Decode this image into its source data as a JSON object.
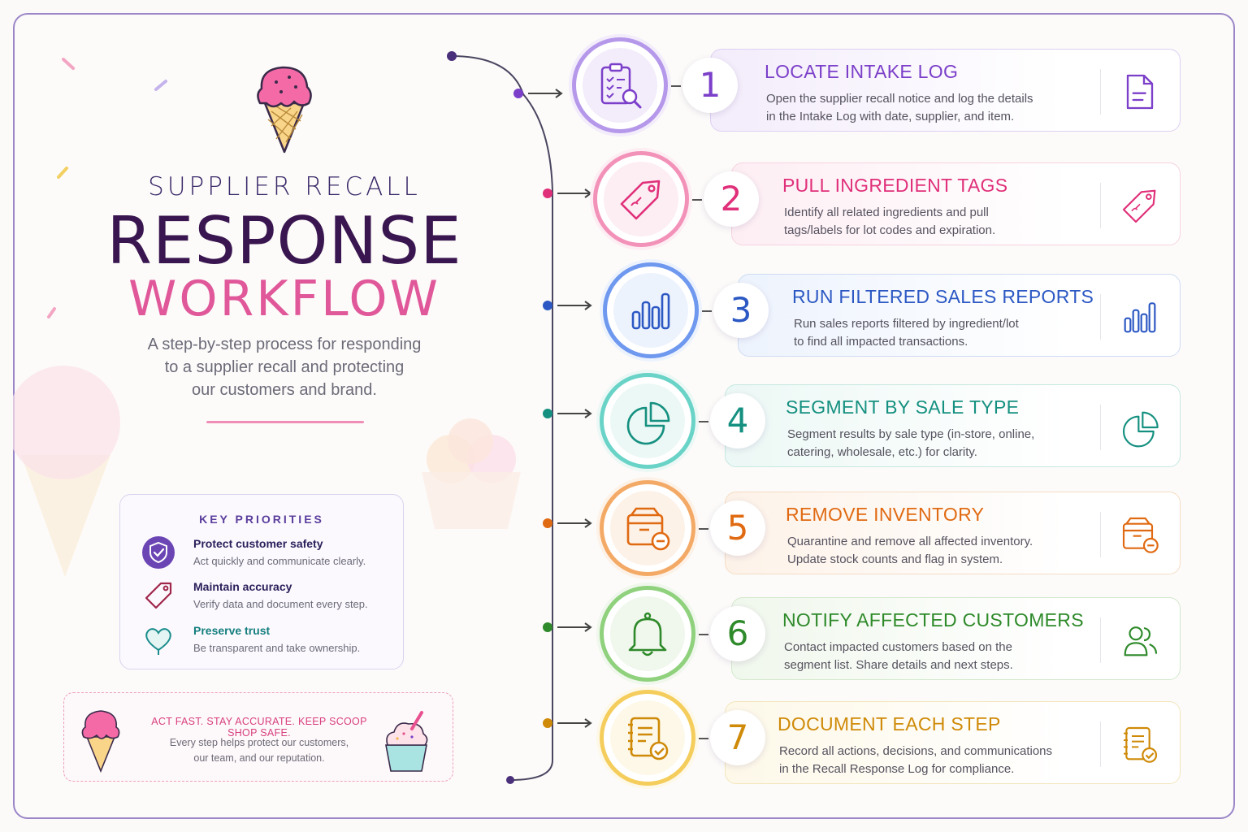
{
  "header": {
    "kicker": "SUPPLIER RECALL",
    "title_line1": "RESPONSE",
    "title_line2": "WORKFLOW",
    "lead_lines": [
      "A step-by-step process for responding",
      "to a supplier recall and protecting",
      "our customers and brand."
    ]
  },
  "priorities": {
    "title": "KEY PRIORITIES",
    "items": [
      {
        "title": "Protect customer safety",
        "desc": "Act quickly and communicate clearly.",
        "icon": "shield-check-icon",
        "color": "#5b3aa0"
      },
      {
        "title": "Maintain accuracy",
        "desc": "Verify data and document every step.",
        "icon": "tag-icon",
        "color": "#8a1e3e"
      },
      {
        "title": "Preserve trust",
        "desc": "Be transparent and take ownership.",
        "icon": "heart-icon",
        "color": "#1a8c8c"
      }
    ]
  },
  "motto": {
    "headline": "ACT FAST. STAY ACCURATE. KEEP SCOOP SHOP SAFE.",
    "lines": [
      "Every step helps protect our customers,",
      "our team, and our reputation."
    ]
  },
  "steps": [
    {
      "number": "1",
      "title": "LOCATE INTAKE LOG",
      "lines": [
        "Open the supplier recall notice and log the details",
        "in the Intake Log with date, supplier, and item."
      ],
      "icon": "clipboard-search-icon",
      "side_icon": "document-icon",
      "color": "#7b3fc9",
      "tint": "#f3ecfb",
      "border": "#ddd0f3",
      "ring": "#b598ea"
    },
    {
      "number": "2",
      "title": "PULL INGREDIENT TAGS",
      "lines": [
        "Identify all related ingredients and pull",
        "tags/labels for lot codes and expiration."
      ],
      "icon": "tag-icon",
      "side_icon": "tag-icon",
      "color": "#e0307a",
      "tint": "#fdeef3",
      "border": "#f6d3e1",
      "ring": "#f392b9"
    },
    {
      "number": "3",
      "title": "RUN FILTERED SALES REPORTS",
      "lines": [
        "Run sales reports filtered by ingredient/lot",
        "to find all impacted transactions."
      ],
      "icon": "bar-chart-icon",
      "side_icon": "bar-chart-icon",
      "color": "#2c58c4",
      "tint": "#edf3fd",
      "border": "#cfdcf4",
      "ring": "#6f98ef"
    },
    {
      "number": "4",
      "title": "SEGMENT BY SALE TYPE",
      "lines": [
        "Segment results by sale type (in-store, online,",
        "catering, wholesale, etc.) for clarity."
      ],
      "icon": "pie-chart-icon",
      "side_icon": "pie-chart-icon",
      "color": "#159080",
      "tint": "#ecf8f5",
      "border": "#c6e8e0",
      "ring": "#6ad3c7"
    },
    {
      "number": "5",
      "title": "REMOVE INVENTORY",
      "lines": [
        "Quarantine and remove all affected inventory.",
        "Update stock counts and flag in system."
      ],
      "icon": "box-remove-icon",
      "side_icon": "box-remove-icon",
      "color": "#e06a12",
      "tint": "#fdf2e8",
      "border": "#f5dcc4",
      "ring": "#f4aa67"
    },
    {
      "number": "6",
      "title": "NOTIFY AFFECTED CUSTOMERS",
      "lines": [
        "Contact impacted customers based on the",
        "segment list. Share details and next steps."
      ],
      "icon": "bell-icon",
      "side_icon": "users-icon",
      "color": "#2e8a2a",
      "tint": "#f0f7ec",
      "border": "#d3e8cc",
      "ring": "#8fd17d"
    },
    {
      "number": "7",
      "title": "DOCUMENT EACH STEP",
      "lines": [
        "Record all actions, decisions, and communications",
        "in the Recall Response Log for compliance."
      ],
      "icon": "document-check-icon",
      "side_icon": "document-check-icon",
      "color": "#cf8a08",
      "tint": "#fdf8e8",
      "border": "#f3e5bc",
      "ring": "#f4cd5c"
    }
  ]
}
